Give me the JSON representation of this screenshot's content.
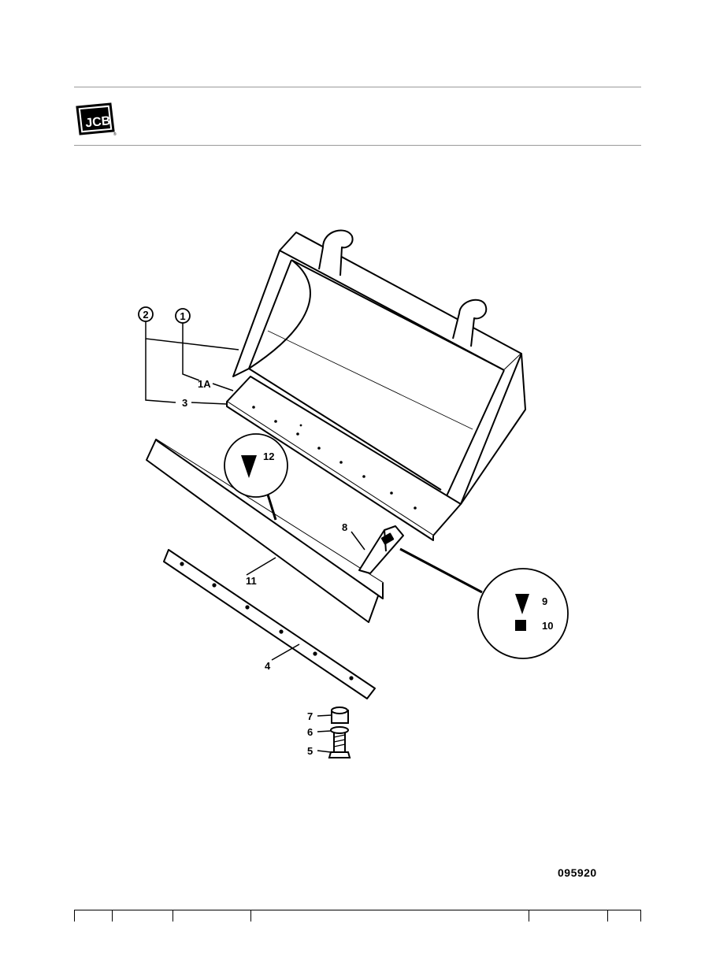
{
  "header": {
    "logo_text": "JCB",
    "logo_color": "#000000"
  },
  "diagram": {
    "callouts": {
      "c1": "1",
      "c2": "2",
      "c1a": "1A",
      "c3": "3",
      "c4": "4",
      "c5": "5",
      "c6": "6",
      "c7": "7",
      "c8": "8",
      "c9": "9",
      "c10": "10",
      "c11": "11",
      "c12": "12"
    },
    "symbols": [
      "triangle-symbol",
      "square-symbol"
    ]
  },
  "footer": {
    "drawing_number": "095920"
  }
}
